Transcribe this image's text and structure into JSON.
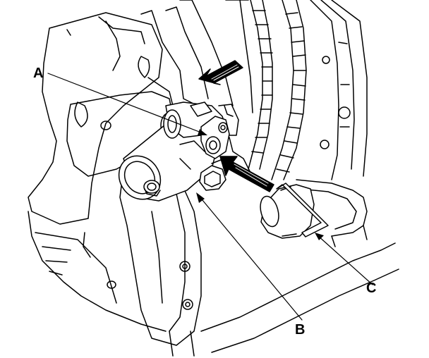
{
  "callouts": {
    "a": "A",
    "b": "B",
    "c": "C"
  },
  "colors": {
    "ink": "#000000",
    "paper": "#ffffff"
  },
  "icons": {
    "arrow_top": "arrow-down-left-icon",
    "arrow_mid": "arrow-up-left-icon"
  }
}
